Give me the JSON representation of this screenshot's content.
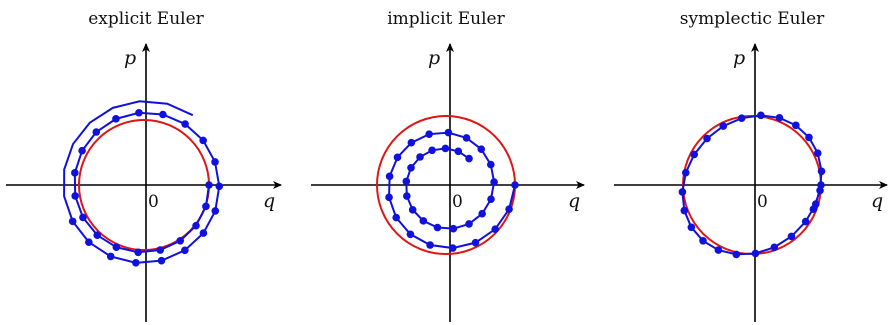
{
  "colors": {
    "exact": "#e01515",
    "numeric": "#1111dd",
    "axis": "#000000"
  },
  "panels": [
    {
      "id": "explicit",
      "title": "explicit Euler",
      "x_label": "q",
      "y_label": "p",
      "origin_label": "0",
      "method": "explicit",
      "growth": 1.00775,
      "step_angle": 0.3316,
      "points": 27,
      "tail_steps": 8
    },
    {
      "id": "implicit",
      "title": "implicit Euler",
      "x_label": "q",
      "y_label": "p",
      "origin_label": "0",
      "method": "implicit",
      "growth": 0.9791,
      "step_angle": 0.366,
      "points": 32,
      "tail_steps": 0
    },
    {
      "id": "symplectic",
      "title": "symplectic Euler",
      "x_label": "q",
      "y_label": "p",
      "origin_label": "0",
      "method": "symplectic",
      "h": 0.2757,
      "points": 24,
      "tail_steps": 0
    }
  ]
}
